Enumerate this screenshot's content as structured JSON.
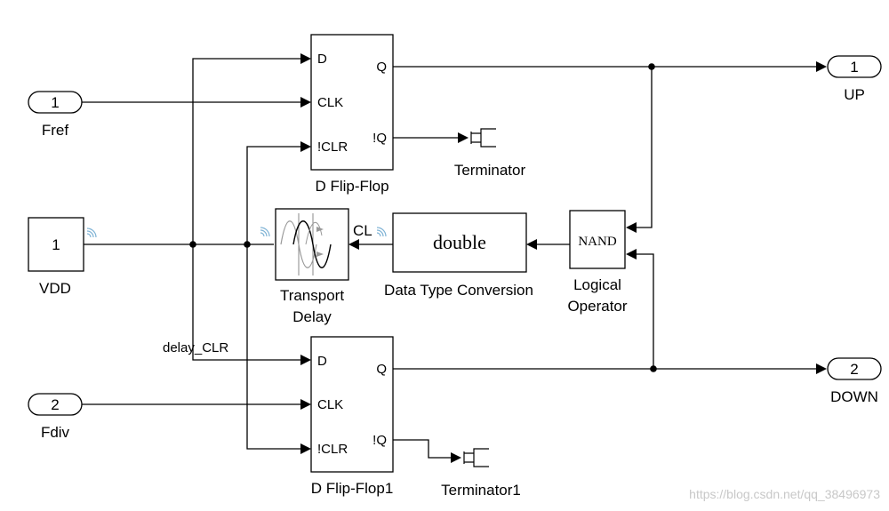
{
  "inports": {
    "fref": {
      "number": "1",
      "label": "Fref"
    },
    "fdiv": {
      "number": "2",
      "label": "Fdiv"
    }
  },
  "outports": {
    "up": {
      "number": "1",
      "label": "UP"
    },
    "down": {
      "number": "2",
      "label": "DOWN"
    }
  },
  "constant": {
    "value": "1",
    "label": "VDD"
  },
  "flipflop_top": {
    "label": "D Flip-Flop",
    "ports": {
      "d": "D",
      "clk": "CLK",
      "clr": "!CLR",
      "q": "Q",
      "nq": "!Q"
    }
  },
  "flipflop_bottom": {
    "label": "D Flip-Flop1",
    "ports": {
      "d": "D",
      "clk": "CLK",
      "clr": "!CLR",
      "q": "Q",
      "nq": "!Q"
    }
  },
  "terminator_top": {
    "label": "Terminator"
  },
  "terminator_bottom": {
    "label": "Terminator1"
  },
  "transport_delay": {
    "label_line1": "Transport",
    "label_line2": "Delay"
  },
  "data_type_conversion": {
    "text": "double",
    "label": "Data Type Conversion"
  },
  "logical_operator": {
    "text": "NAND",
    "label_line1": "Logical",
    "label_line2": "Operator"
  },
  "signals": {
    "cl": "CL",
    "delay_clr": "delay_CLR"
  },
  "watermark": "https://blog.csdn.net/qq_38496973"
}
